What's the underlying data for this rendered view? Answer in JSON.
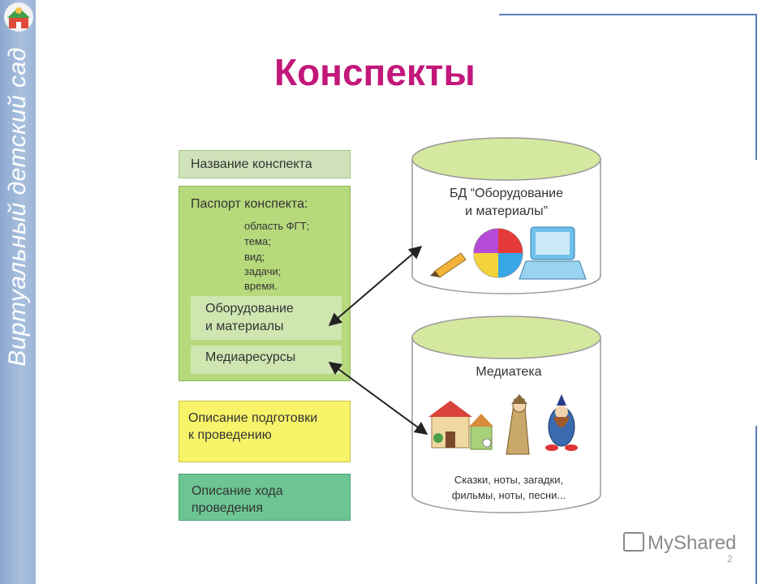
{
  "sidebar": {
    "vertical_title": "Виртуальный детский сад"
  },
  "title": "Конспекты",
  "left_column": {
    "name_box": "Название конспекта",
    "passport": {
      "title": "Паспорт конспекта:",
      "items": [
        "область ФГТ;",
        "тема;",
        "вид;",
        "задачи;",
        "время."
      ]
    },
    "equipment_box": {
      "line1": "Оборудование",
      "line2": "и материалы"
    },
    "media_box": "Медиаресурсы",
    "preparation_box": {
      "line1": "Описание подготовки",
      "line2": "к проведению"
    },
    "course_box": {
      "line1": "Описание хода",
      "line2": "проведения"
    }
  },
  "databases": {
    "equipment_db": {
      "line1": "БД “Оборудование",
      "line2": "и материалы”"
    },
    "mediateka": {
      "title": "Медиатека",
      "caption_line1": "Сказки, ноты, загадки,",
      "caption_line2": "фильмы, ноты, песни..."
    }
  },
  "watermark": "MyShared",
  "page_number": "2",
  "colors": {
    "title": "#c2187b",
    "sidebar": "#9cb5d8",
    "name_box": "#cfe2b9",
    "passport_box": "#b6d97b",
    "preparation_box": "#f7f46a",
    "course_box": "#6cc593",
    "cylinder_top": "#d5e89f"
  }
}
